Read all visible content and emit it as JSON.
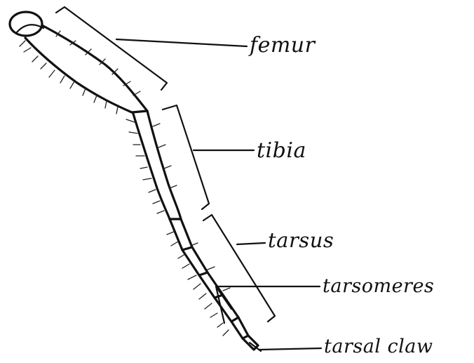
{
  "diagram": {
    "labels": {
      "femur": "femur",
      "tibia": "tibia",
      "tarsus": "tarsus",
      "tarsomeres": "tarsomeres",
      "tarsal_claw": "tarsal claw"
    },
    "ink_color": "#111111",
    "background_color": "#ffffff"
  }
}
